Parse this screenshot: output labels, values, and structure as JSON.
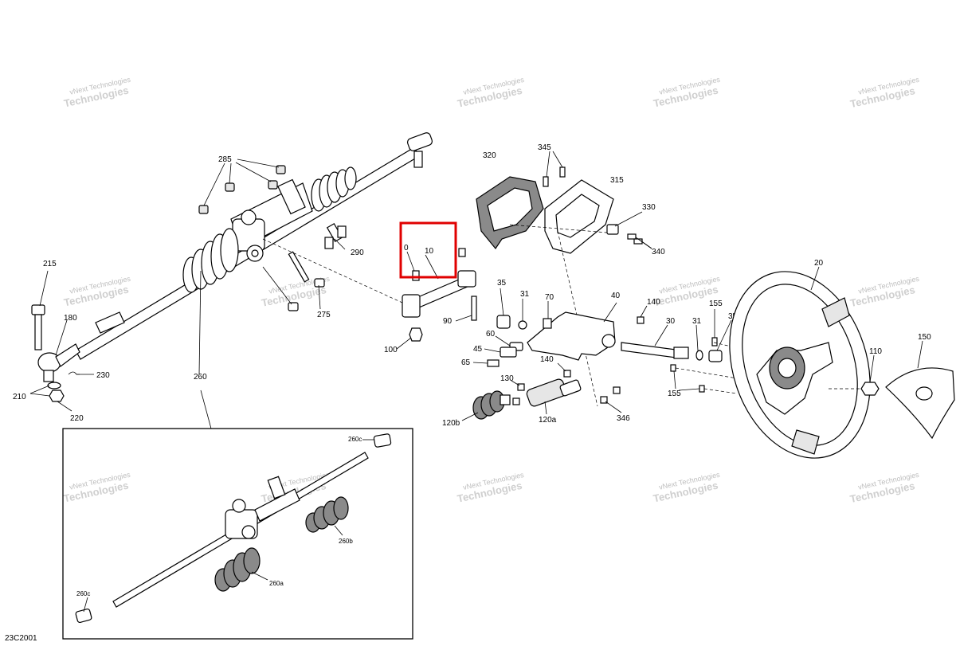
{
  "diagram": {
    "code": "23C2001",
    "watermark": {
      "line1": "vNext Technologies",
      "line2": "Technologies"
    },
    "callouts": {
      "c285": "285",
      "c290": "290",
      "c275": "275",
      "c215": "215",
      "c180": "180",
      "c230": "230",
      "c210": "210",
      "c220": "220",
      "c260": "260",
      "c0": "0",
      "c10": "10",
      "c100": "100",
      "c90": "90",
      "c35a": "35",
      "c31a": "31",
      "c70": "70",
      "c60": "60",
      "c45": "45",
      "c65": "65",
      "c130": "130",
      "c140a": "140",
      "c120b": "120b",
      "c120a": "120a",
      "c320": "320",
      "c345": "345",
      "c315": "315",
      "c330": "330",
      "c340": "340",
      "c40": "40",
      "c140b": "140",
      "c346": "346",
      "c30": "30",
      "c31b": "31",
      "c155a": "155",
      "c35b": "35",
      "c155b": "155",
      "c20": "20",
      "c110": "110",
      "c150": "150",
      "c260c1": "260c",
      "c260b": "260b",
      "c260a": "260a",
      "c260c2": "260c"
    }
  },
  "colors": {
    "highlight": "#e00000",
    "watermark": "#cfcfcf"
  }
}
